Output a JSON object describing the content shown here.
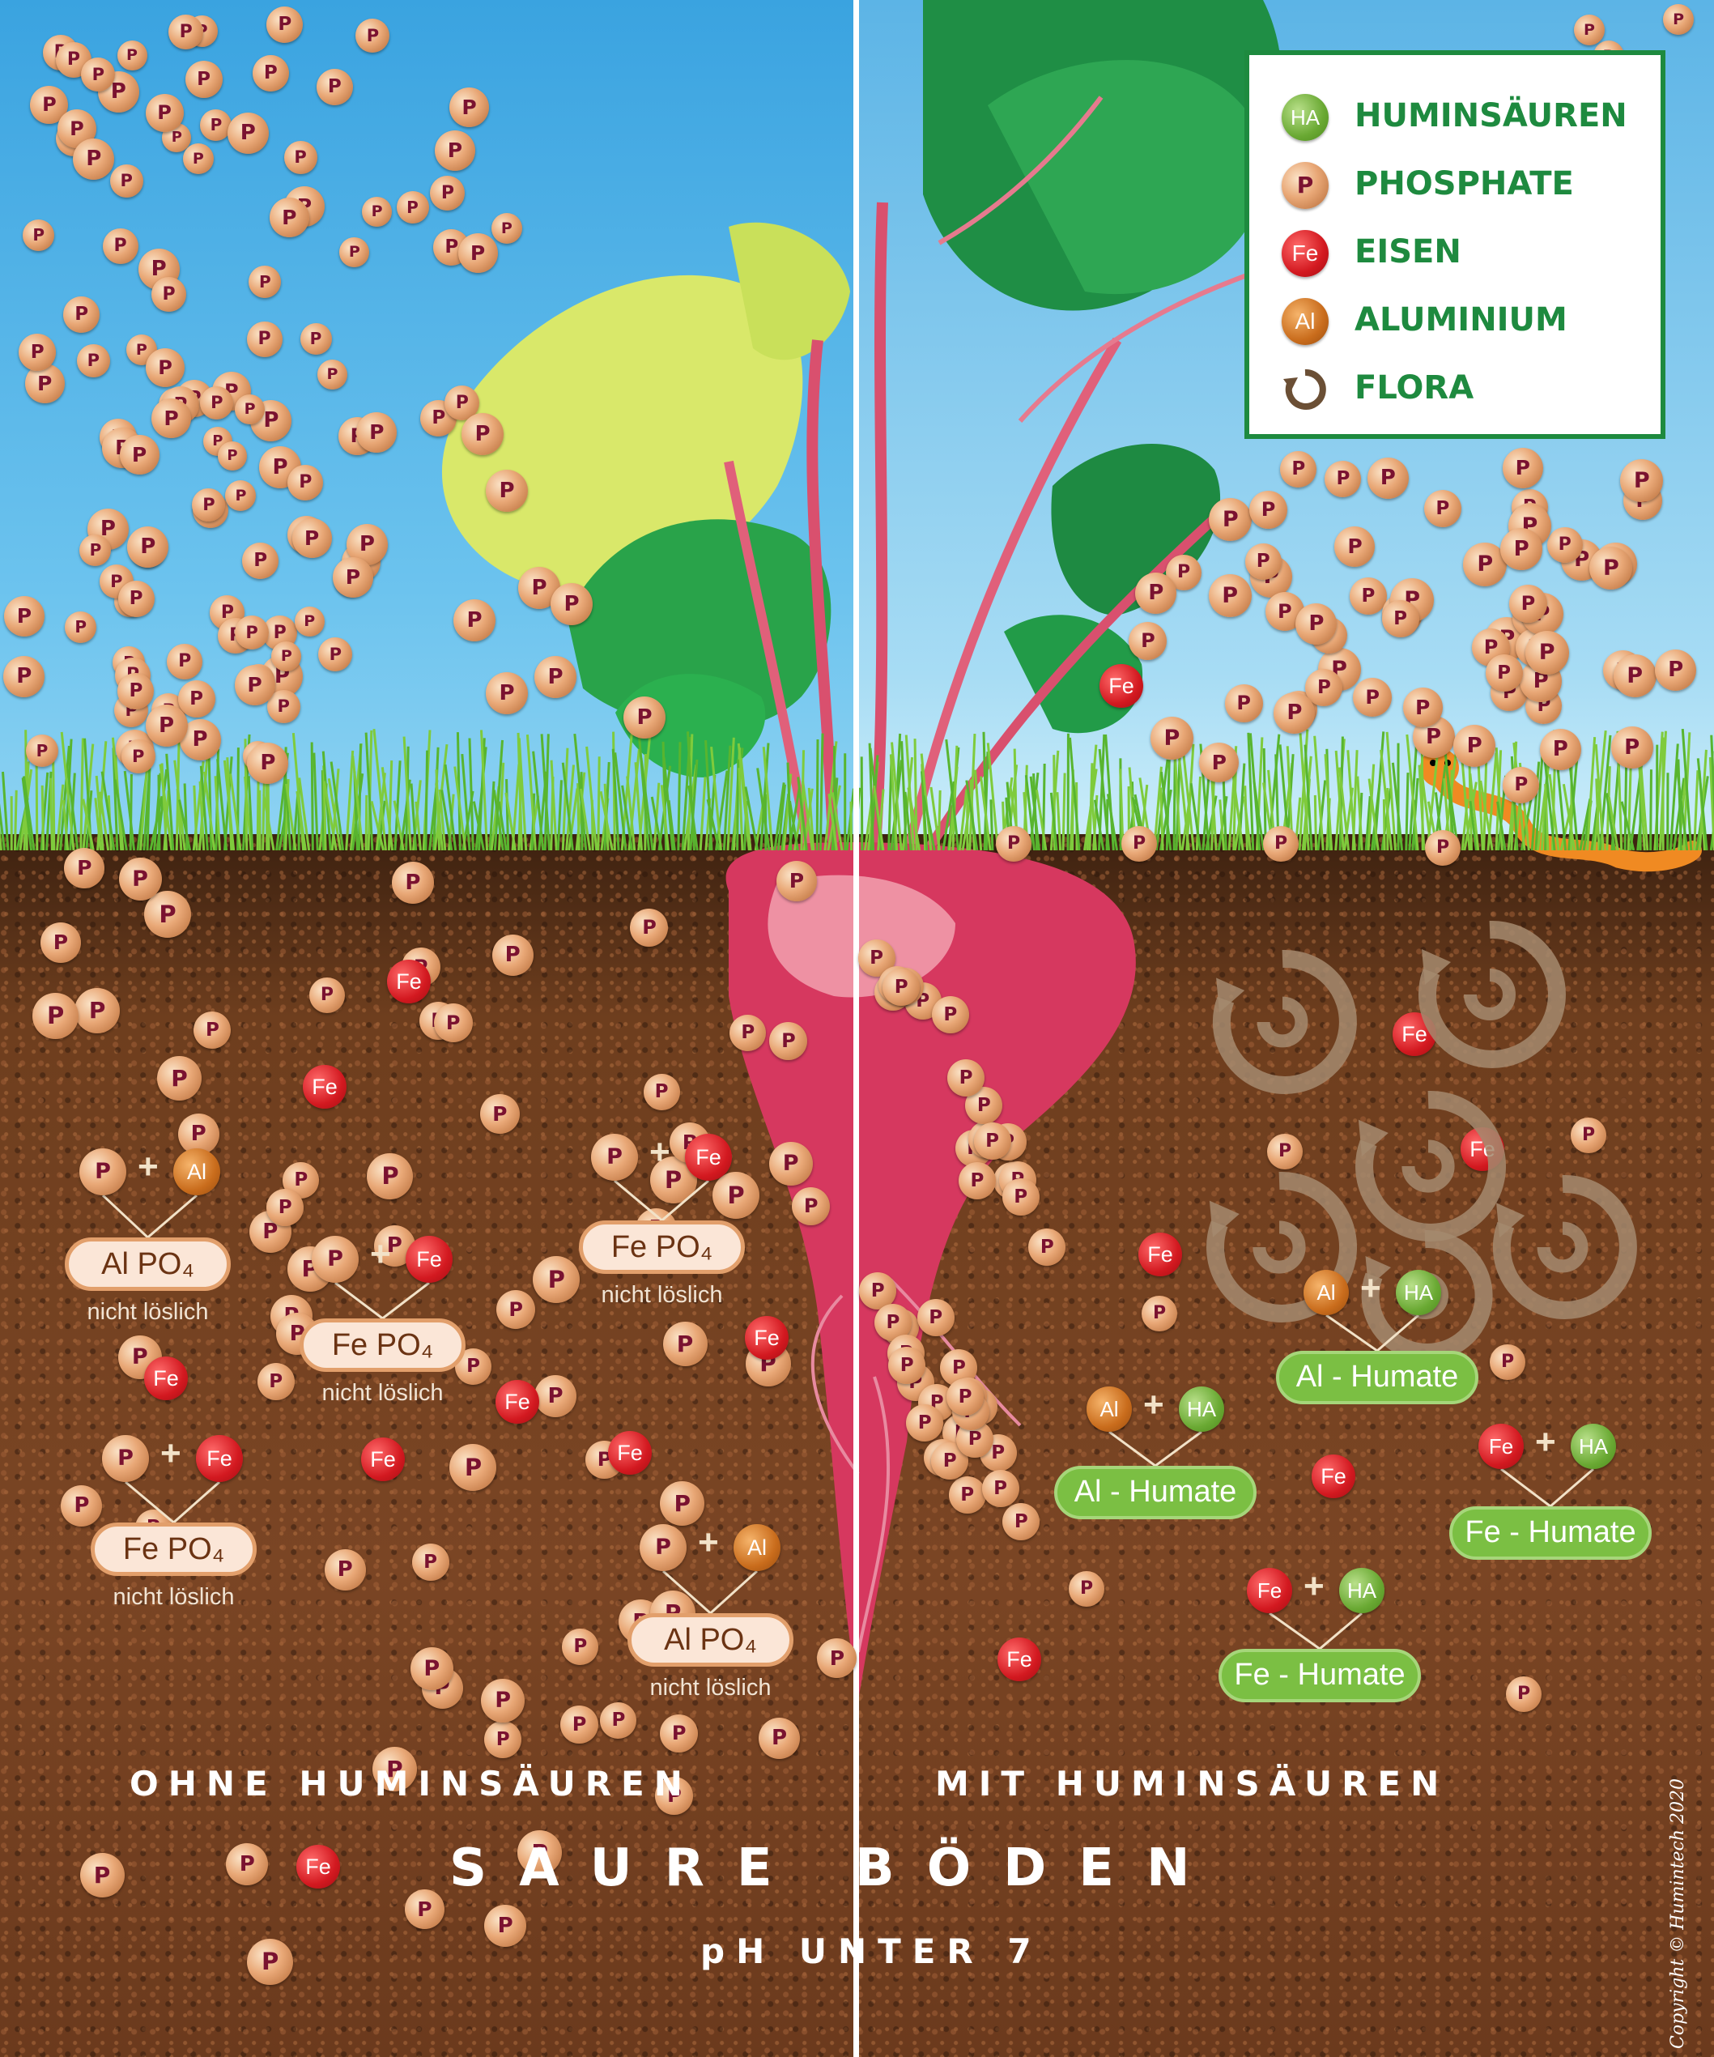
{
  "legend": {
    "items": [
      {
        "badge": "HA",
        "label": "HUMINSÄUREN",
        "icon": "humic-acid-icon"
      },
      {
        "badge": "P",
        "label": "PHOSPHATE",
        "icon": "phosphate-icon"
      },
      {
        "badge": "Fe",
        "label": "EISEN",
        "icon": "iron-icon"
      },
      {
        "badge": "Al",
        "label": "ALUMINIUM",
        "icon": "aluminium-icon"
      },
      {
        "badge": "",
        "label": "FLORA",
        "icon": "flora-icon"
      }
    ]
  },
  "symbols": {
    "p": "P",
    "fe": "Fe",
    "al": "Al",
    "ha": "HA",
    "plus": "+"
  },
  "left": {
    "heading": "OHNE HUMINSÄUREN",
    "reactions": [
      {
        "a": "P",
        "b": "Al",
        "product": "Al PO₄",
        "note": "nicht löslich"
      },
      {
        "a": "P",
        "b": "Fe",
        "product": "Fe PO₄",
        "note": "nicht löslich"
      },
      {
        "a": "P",
        "b": "Fe",
        "product": "Fe PO₄",
        "note": "nicht löslich"
      },
      {
        "a": "P",
        "b": "Fe",
        "product": "Fe PO₄",
        "note": "nicht löslich"
      },
      {
        "a": "P",
        "b": "Al",
        "product": "Al PO₄",
        "note": "nicht löslich"
      }
    ]
  },
  "right": {
    "heading": "MIT HUMINSÄUREN",
    "reactions": [
      {
        "a": "Al",
        "b": "HA",
        "product": "Al - Humate"
      },
      {
        "a": "Al",
        "b": "HA",
        "product": "Al - Humate"
      },
      {
        "a": "Fe",
        "b": "HA",
        "product": "Fe - Humate"
      },
      {
        "a": "Fe",
        "b": "HA",
        "product": "Fe - Humate"
      }
    ]
  },
  "footer": {
    "title": "SAURE BÖDEN",
    "subtitle": "pH UNTER 7",
    "copyright": "Copyright © Humintech 2020"
  },
  "colors": {
    "legend_text": "#1e8a3f",
    "iron": "#d31920",
    "aluminium": "#c96c1c",
    "humic_acid": "#6aa933",
    "phosphate": "#e9a877",
    "soil": "#6b3a1d",
    "sky": "#3aa3e0"
  }
}
